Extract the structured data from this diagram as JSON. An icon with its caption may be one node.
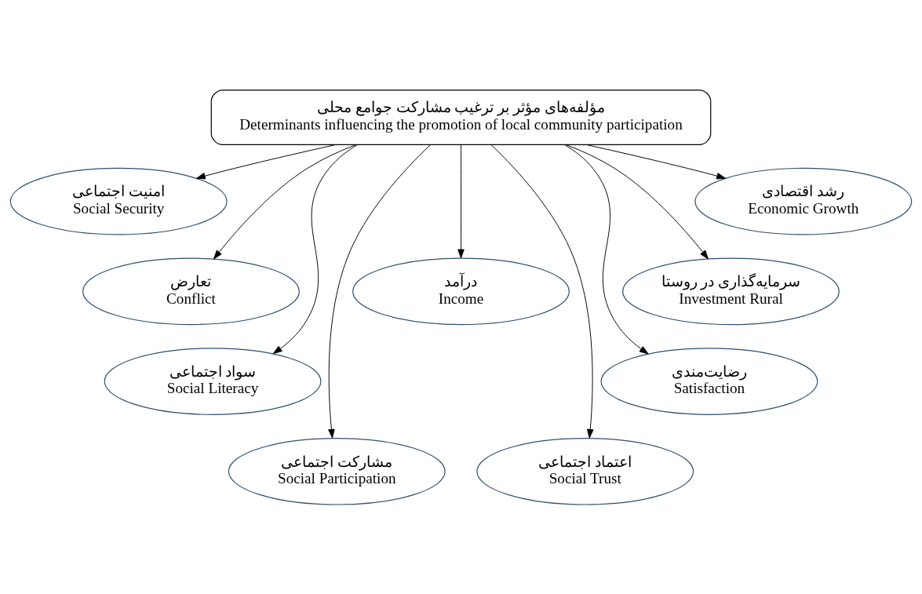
{
  "diagram": {
    "nodes": [
      {
        "text": [
          "مؤلفه‌های مؤثر بر ترغیب مشارکت جوامع محلی",
          "Determinants influencing the promotion of local community participation"
        ]
      },
      {
        "text": [
          "امنیت اجتماعی",
          "Social Security"
        ]
      },
      {
        "text": [
          "تعارض",
          "Conflict"
        ]
      },
      {
        "text": [
          "سواد اجتماعی",
          "Social Literacy"
        ]
      },
      {
        "text": [
          "مشارکت اجتماعی",
          "Social Participation"
        ]
      },
      {
        "text": [
          "درآمد",
          "Income"
        ]
      },
      {
        "text": [
          "اعتماد اجتماعی",
          "Social Trust"
        ]
      },
      {
        "text": [
          "رضایت‌مندی",
          "Satisfaction"
        ]
      },
      {
        "text": [
          "سرمایه‌گذاری در روستا",
          "Investment Rural"
        ]
      },
      {
        "text": [
          "رشد اقتصادی",
          "Economic Growth"
        ]
      }
    ],
    "edges": [
      {
        "from": 0,
        "to": 1,
        "arrow": "to"
      },
      {
        "from": 0,
        "to": 2,
        "arrow": "to"
      },
      {
        "from": 0,
        "to": 3,
        "arrow": "to"
      },
      {
        "from": 0,
        "to": 4,
        "arrow": "to"
      },
      {
        "from": 0,
        "to": 5,
        "arrow": "to"
      },
      {
        "from": 0,
        "to": 6,
        "arrow": "to"
      },
      {
        "from": 0,
        "to": 7,
        "arrow": "to"
      },
      {
        "from": 0,
        "to": 8,
        "arrow": "to"
      },
      {
        "from": 0,
        "to": 9,
        "arrow": "to"
      }
    ]
  }
}
